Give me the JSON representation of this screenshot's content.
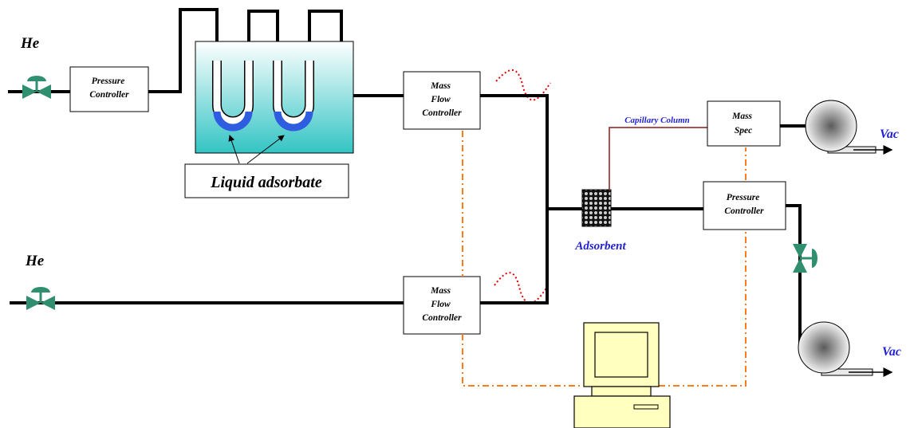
{
  "labels": {
    "he_top": "He",
    "he_bottom": "He",
    "pressure_controller_left": [
      "Pressure",
      "Controller"
    ],
    "mfc_top": [
      "Mass",
      "Flow",
      "Controller"
    ],
    "mfc_bottom": [
      "Mass",
      "Flow",
      "Controller"
    ],
    "liquid_adsorbate": "Liquid adsorbate",
    "capillary_column": "Capillary Column",
    "mass_spec": [
      "Mass",
      "Spec"
    ],
    "pressure_controller_right": [
      "Pressure",
      "Controller"
    ],
    "adsorbent": "Adsorbent",
    "vac_top": "Vac",
    "vac_bottom": "Vac"
  },
  "colors": {
    "pipe": "#000000",
    "label_blue": "#1f1fd6",
    "bath_top": "#ffffff",
    "bath_bottom": "#33c4c4",
    "adsorbate_blue": "#2e5de0",
    "valve_green": "#2f8f6f",
    "signal_orange": "#ff7b1c",
    "wave_red": "#e00000",
    "computer_yellow": "#ffffc0",
    "capillary_red": "#8b1a1a"
  },
  "icons": [
    "valve-icon",
    "vacuum-pump-icon",
    "computer-icon",
    "adsorbent-bed-icon",
    "u-tube-icon"
  ]
}
